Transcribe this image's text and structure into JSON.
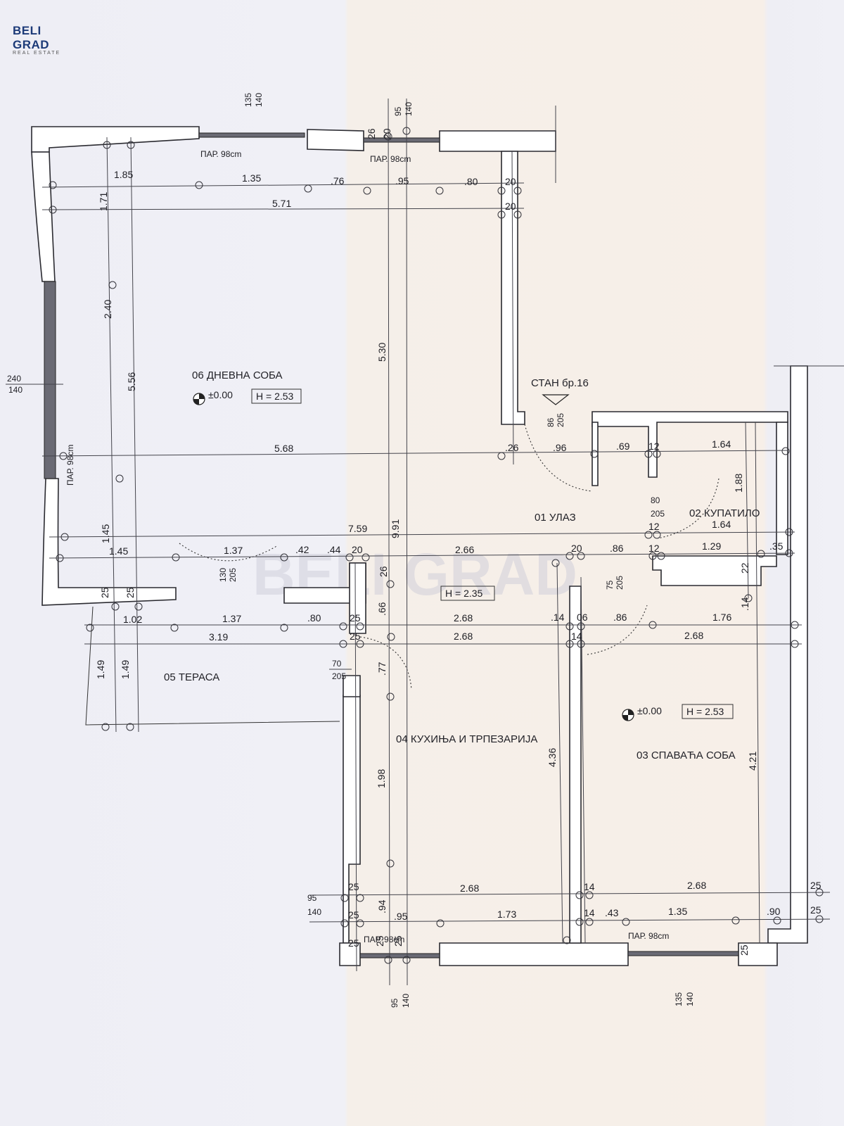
{
  "logo": {
    "brand": "BELI GRAD",
    "tagline": "REAL ESTATE"
  },
  "watermark": "BELI GRAD",
  "apartment": {
    "label": "СТАН бр.16"
  },
  "rooms": [
    {
      "label": "06 ДНЕВНА СОБА"
    },
    {
      "label": "01 УЛАЗ"
    },
    {
      "label": "02 КУПАТИЛО"
    },
    {
      "label": "05 ТЕРАСА"
    },
    {
      "label": "04 КУХИЊА И ТРПЕЗАРИЈА"
    },
    {
      "label": "03 СПАВАЋА СОБА"
    }
  ],
  "levels": [
    {
      "mark": "±0.00",
      "height": "H = 2.53"
    },
    {
      "mark": "±0.00",
      "height": "H = 2.53"
    },
    {
      "mark": "",
      "height": "H = 2.35"
    }
  ],
  "windows": [
    {
      "label": "ПАР. 98cm"
    },
    {
      "label": "ПАР. 98cm"
    },
    {
      "label": "ПАР. 98cm"
    },
    {
      "label": "ПАР. 98cm"
    },
    {
      "label": "ПАР. 98cm"
    }
  ],
  "fractions": [
    {
      "top": "135",
      "bottom": "140"
    },
    {
      "top": "95",
      "bottom": "140"
    },
    {
      "top": "240",
      "bottom": "140"
    },
    {
      "top": "86",
      "bottom": "205"
    },
    {
      "top": "80",
      "bottom": "205"
    },
    {
      "top": "130",
      "bottom": "205"
    },
    {
      "top": "75",
      "bottom": "205"
    },
    {
      "top": "70",
      "bottom": "205"
    },
    {
      "top": "95",
      "bottom": "140"
    },
    {
      "top": "95",
      "bottom": "140"
    },
    {
      "top": "135",
      "bottom": "140"
    }
  ],
  "dimensions": [
    "1.85",
    "1.35",
    ".76",
    ".95",
    ".80",
    "20",
    "5.71",
    "20",
    "1.71",
    "2.40",
    "5.56",
    "5.30",
    ".26",
    ".96",
    ".69",
    "12",
    "1.64",
    "5.68",
    "1.88",
    "12",
    "1.64",
    "7.59",
    "9.91",
    "1.45",
    "1.45",
    "1.37",
    ".42",
    ".44",
    "20",
    "2.66",
    "20",
    ".86",
    "12",
    "1.29",
    ".35",
    "26",
    "22",
    "25",
    "25",
    "1.02",
    "1.37",
    ".80",
    "25",
    ".66",
    "2.68",
    ".14",
    "06",
    ".86",
    ".14",
    "1.76",
    "3.19",
    "25",
    "2.68",
    "14",
    "2.68",
    "1.49",
    "1.49",
    ".77",
    "1.98",
    "4.36",
    "4.21",
    "25",
    "2.68",
    "14",
    "2.68",
    "25",
    "25",
    ".94",
    ".95",
    "1.73",
    "14",
    ".43",
    "1.35",
    ".90",
    "25",
    "25",
    "25",
    "25",
    "26",
    "20",
    "25"
  ]
}
